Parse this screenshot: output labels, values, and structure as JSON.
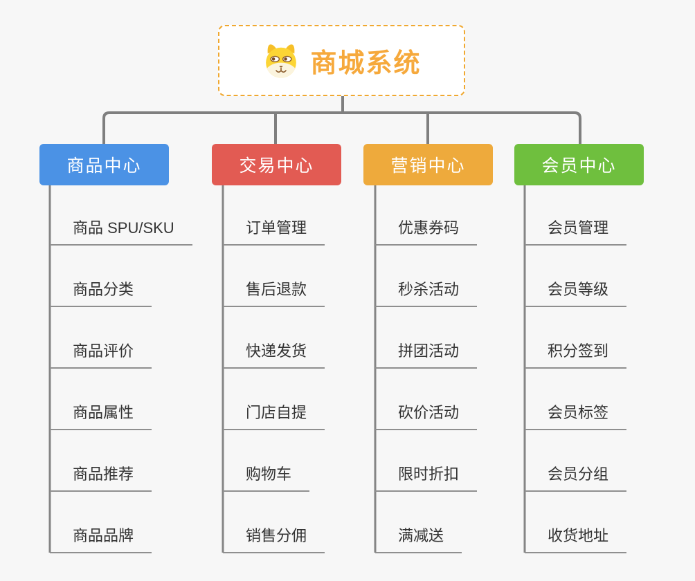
{
  "root": {
    "title": "商城系统",
    "icon": "dog-face-icon"
  },
  "branches": [
    {
      "label": "商品中心",
      "color": "#4b92e5",
      "items": [
        "商品 SPU/SKU",
        "商品分类",
        "商品评价",
        "商品属性",
        "商品推荐",
        "商品品牌"
      ]
    },
    {
      "label": "交易中心",
      "color": "#e25b53",
      "items": [
        "订单管理",
        "售后退款",
        "快递发货",
        "门店自提",
        "购物车",
        "销售分佣"
      ]
    },
    {
      "label": "营销中心",
      "color": "#eeaa3c",
      "items": [
        "优惠券码",
        "秒杀活动",
        "拼团活动",
        "砍价活动",
        "限时折扣",
        "满减送"
      ]
    },
    {
      "label": "会员中心",
      "color": "#6fbf3e",
      "items": [
        "会员管理",
        "会员等级",
        "积分签到",
        "会员标签",
        "会员分组",
        "收货地址"
      ]
    }
  ],
  "colors": {
    "background": "#f7f7f7",
    "connector_line": "#7f7f7f",
    "column_line": "#858585",
    "item_underline": "#8f8f8f",
    "item_text": "#333333",
    "root_border": "#f0a830",
    "root_text": "#f6a93c"
  }
}
